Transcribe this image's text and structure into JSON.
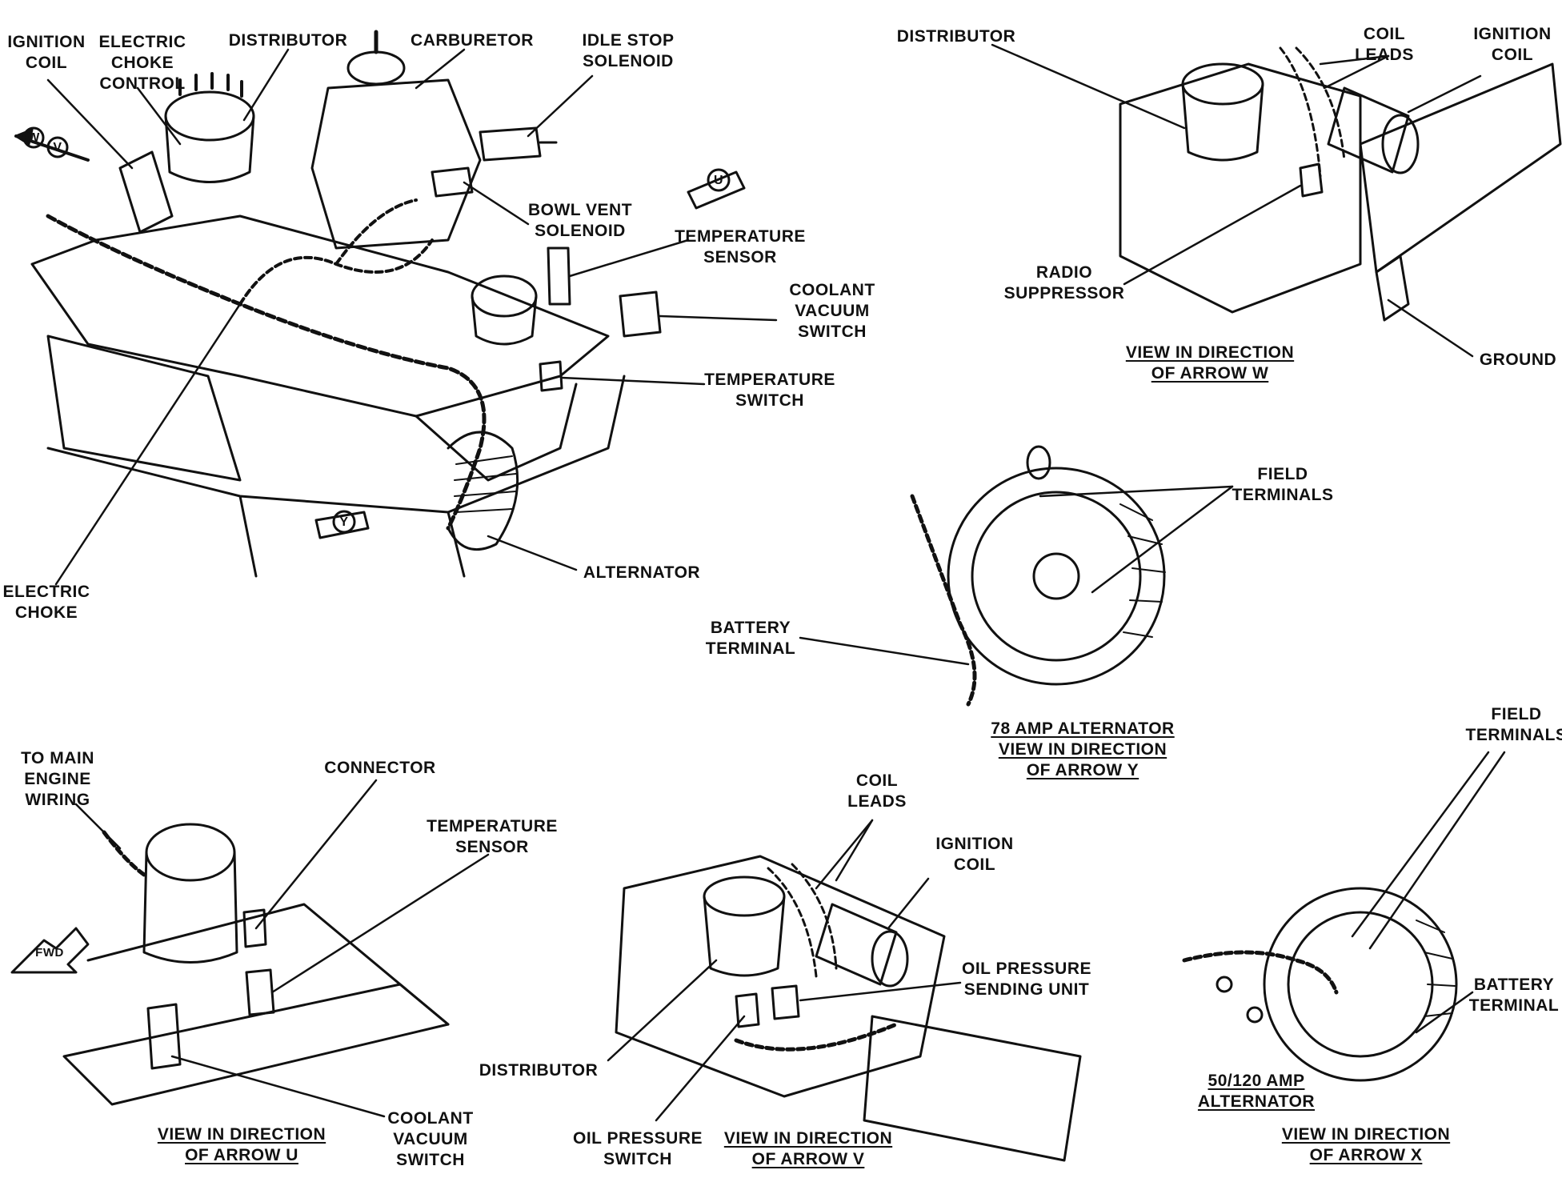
{
  "colors": {
    "ink": "#111111",
    "paper": "#ffffff"
  },
  "arrow_tags": {
    "w": "W",
    "v": "V",
    "u": "U",
    "y": "Y",
    "fwd": "FWD"
  },
  "labels": {
    "main_ignition_coil": [
      "IGNITION",
      "COIL"
    ],
    "main_electric_choke_control": [
      "ELECTRIC",
      "CHOKE",
      "CONTROL"
    ],
    "main_distributor": [
      "DISTRIBUTOR"
    ],
    "main_carburetor": [
      "CARBURETOR"
    ],
    "main_idle_stop_solenoid": [
      "IDLE STOP",
      "SOLENOID"
    ],
    "main_bowl_vent_solenoid": [
      "BOWL VENT",
      "SOLENOID"
    ],
    "main_temperature_sensor": [
      "TEMPERATURE",
      "SENSOR"
    ],
    "main_coolant_vacuum_switch": [
      "COOLANT",
      "VACUUM",
      "SWITCH"
    ],
    "main_temperature_switch": [
      "TEMPERATURE",
      "SWITCH"
    ],
    "main_electric_choke": [
      "ELECTRIC",
      "CHOKE"
    ],
    "main_alternator": [
      "ALTERNATOR"
    ],
    "w_distributor": [
      "DISTRIBUTOR"
    ],
    "w_coil_leads": [
      "COIL",
      "LEADS"
    ],
    "w_ignition_coil": [
      "IGNITION",
      "COIL"
    ],
    "w_radio_suppressor": [
      "RADIO",
      "SUPPRESSOR"
    ],
    "w_ground": [
      "GROUND"
    ],
    "y_field_terminals": [
      "FIELD",
      "TERMINALS"
    ],
    "y_battery_terminal": [
      "BATTERY",
      "TERMINAL"
    ],
    "x_field_terminals": [
      "FIELD",
      "TERMINALS"
    ],
    "x_battery_terminal": [
      "BATTERY",
      "TERMINAL"
    ],
    "u_to_main_engine_wiring": [
      "TO MAIN",
      "ENGINE",
      "WIRING"
    ],
    "u_connector": [
      "CONNECTOR"
    ],
    "u_temperature_sensor": [
      "TEMPERATURE",
      "SENSOR"
    ],
    "u_coolant_vacuum_switch": [
      "COOLANT",
      "VACUUM",
      "SWITCH"
    ],
    "v_coil_leads": [
      "COIL",
      "LEADS"
    ],
    "v_ignition_coil": [
      "IGNITION",
      "COIL"
    ],
    "v_oil_pressure_sending_unit": [
      "OIL PRESSURE",
      "SENDING UNIT"
    ],
    "v_distributor": [
      "DISTRIBUTOR"
    ],
    "v_oil_pressure_switch": [
      "OIL PRESSURE",
      "SWITCH"
    ]
  },
  "captions": {
    "arrow_w": [
      "VIEW IN DIRECTION",
      "OF ARROW W"
    ],
    "arrow_y": [
      "78 AMP ALTERNATOR",
      "VIEW IN DIRECTION",
      "OF ARROW Y"
    ],
    "arrow_u": [
      "VIEW IN DIRECTION",
      "OF ARROW U"
    ],
    "arrow_v": [
      "VIEW IN DIRECTION",
      "OF ARROW V"
    ],
    "alt_50_120": [
      "50/120 AMP",
      "ALTERNATOR"
    ],
    "arrow_x": [
      "VIEW IN DIRECTION",
      "OF ARROW X"
    ]
  }
}
